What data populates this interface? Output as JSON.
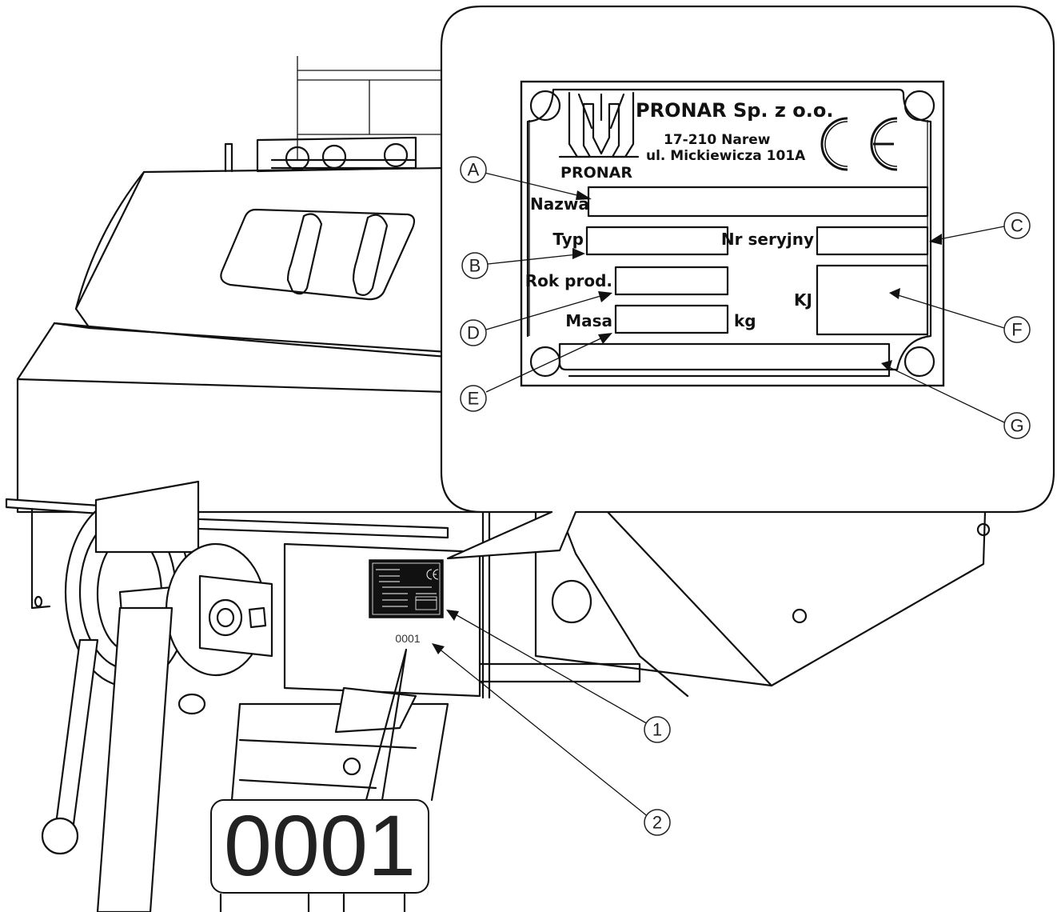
{
  "plate": {
    "company": "PRONAR Sp. z o.o.",
    "postcode_city": "17-210 Narew",
    "street": "ul. Mickiewicza 101A",
    "logo_text": "PRONAR",
    "ce_mark": "CE",
    "fields": {
      "name_label": "Nazwa",
      "type_label": "Typ",
      "serial_label": "Nr seryjny",
      "year_label": "Rok prod.",
      "mass_label": "Masa",
      "mass_unit": "kg",
      "qc_label": "KJ"
    }
  },
  "callouts": {
    "letters": [
      "A",
      "B",
      "C",
      "D",
      "E",
      "F",
      "G"
    ],
    "numbers": [
      "1",
      "2"
    ]
  },
  "serial_number": {
    "small": "0001",
    "large": "0001"
  }
}
